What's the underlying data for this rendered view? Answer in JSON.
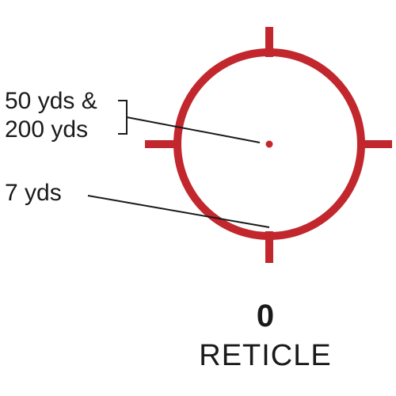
{
  "colors": {
    "reticle": "#c1272d",
    "ink": "#1a1a1a",
    "background": "#ffffff"
  },
  "callouts": {
    "center_label_line1": "50 yds &",
    "center_label_line2": "200 yds",
    "ring_label": "7 yds"
  },
  "caption": {
    "number": "0",
    "name": "RETICLE"
  }
}
